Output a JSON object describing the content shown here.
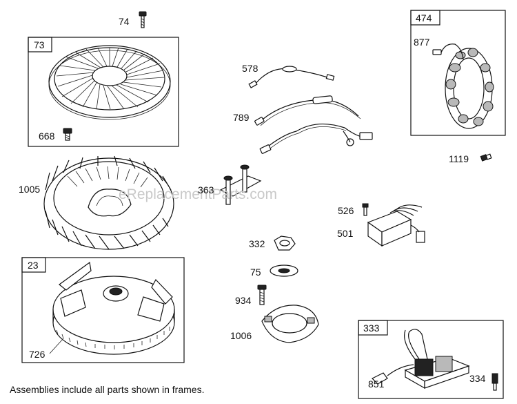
{
  "watermark": "eReplacementParts.com",
  "footnote": "Assemblies include all parts shown in frames.",
  "frames": {
    "f73": "73",
    "f23": "23",
    "f474": "474",
    "f333": "333"
  },
  "parts": {
    "p74": "74",
    "p668": "668",
    "p1005": "1005",
    "p726": "726",
    "p578": "578",
    "p789": "789",
    "p363": "363",
    "p332": "332",
    "p75": "75",
    "p934": "934",
    "p1006": "1006",
    "p877": "877",
    "p1119": "1119",
    "p526": "526",
    "p501": "501",
    "p851": "851",
    "p334": "334"
  }
}
